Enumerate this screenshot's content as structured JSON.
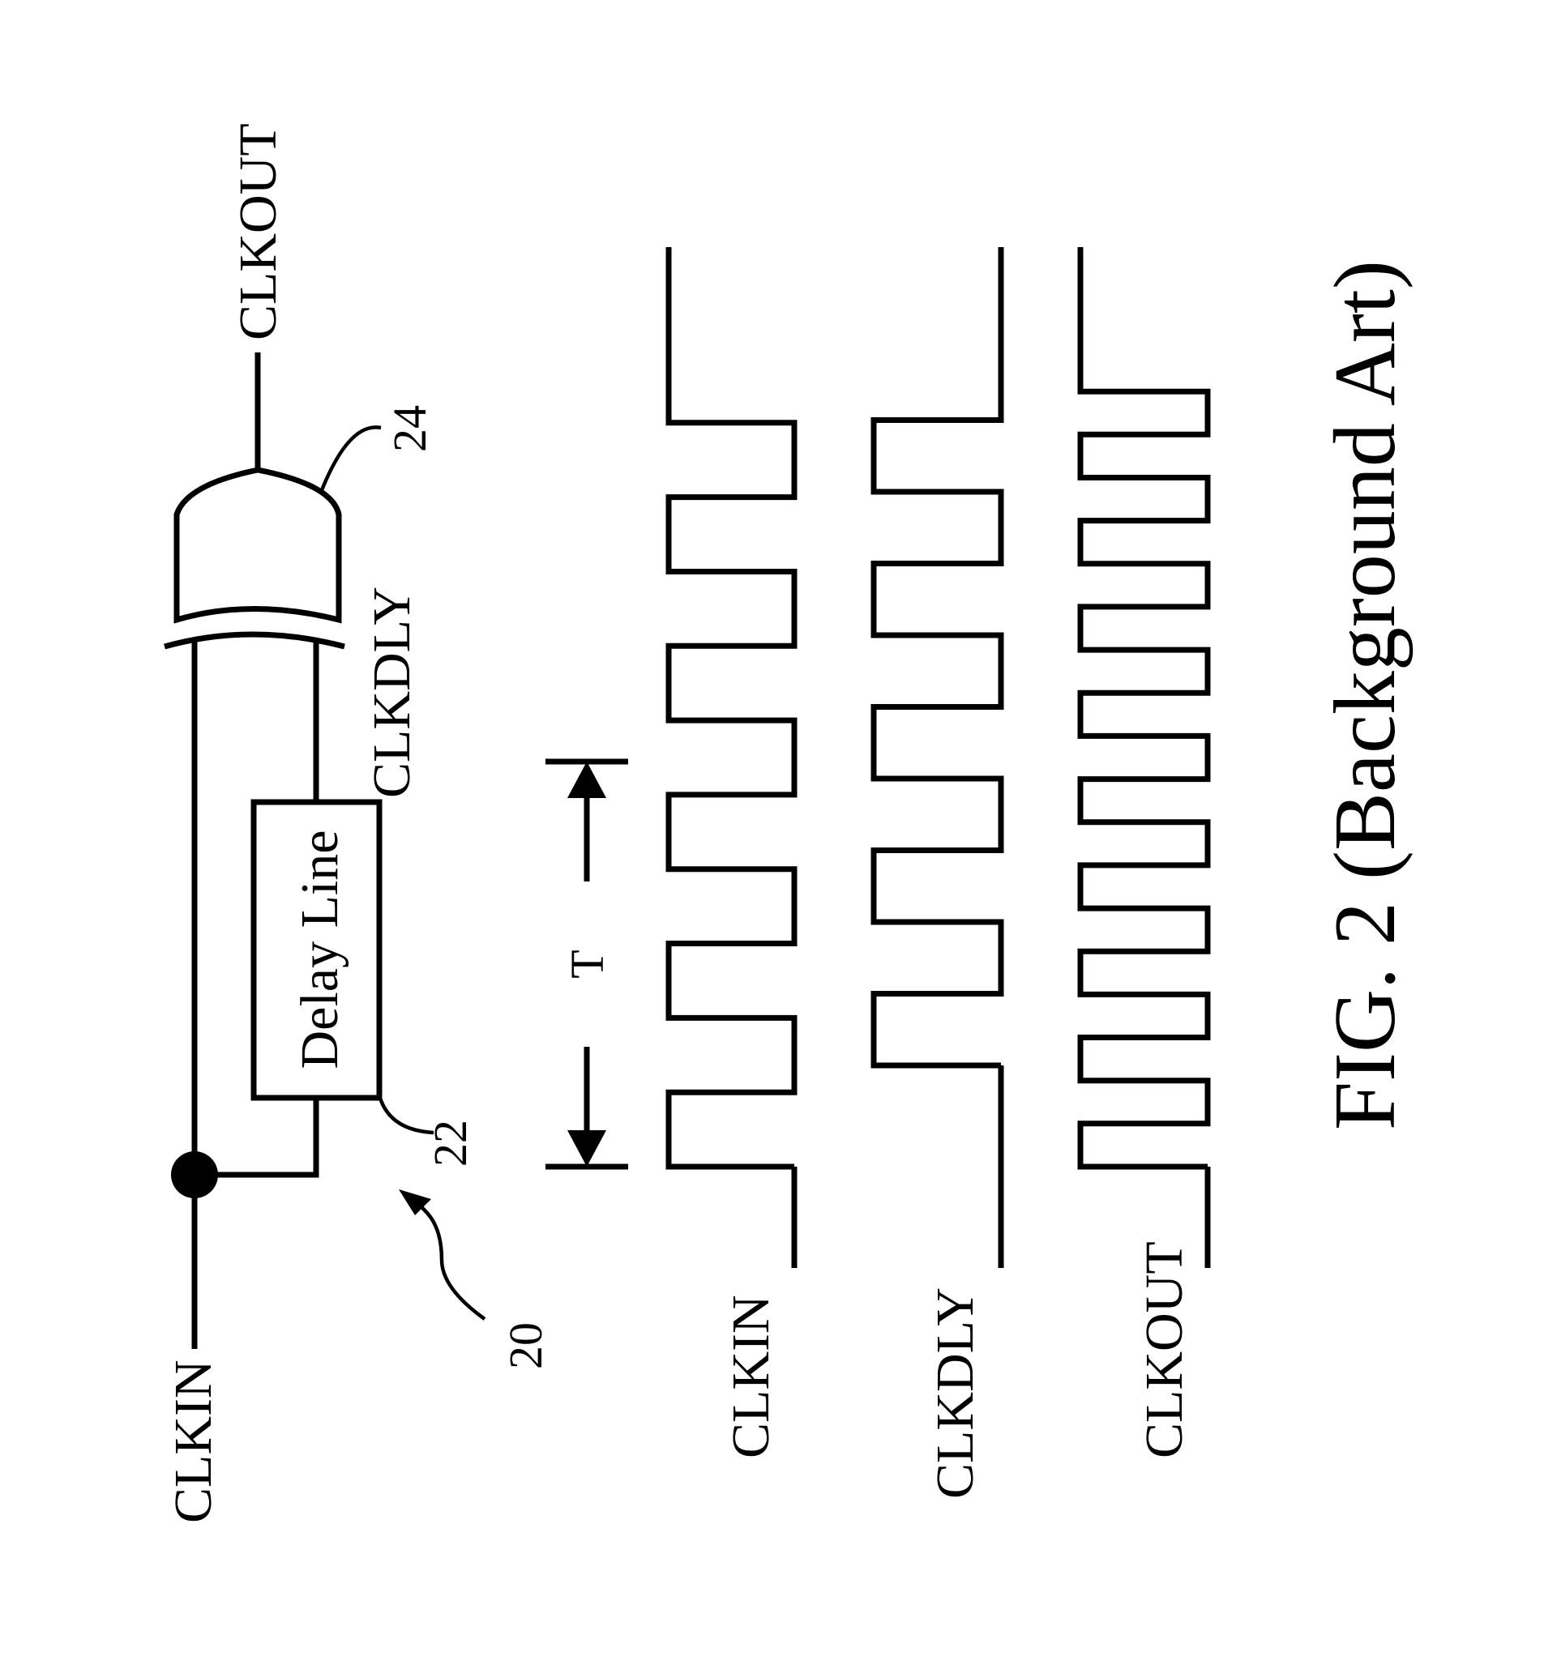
{
  "labels": {
    "clkin_input": "CLKIN",
    "clkout_output": "CLKOUT",
    "clkdly_node": "CLKDLY",
    "delay_line": "Delay Line",
    "ref_delay_line": "22",
    "ref_gate": "24",
    "ref_circuit": "20",
    "period": "T"
  },
  "waveforms": {
    "clkin": {
      "label": "CLKIN",
      "levels": [
        1,
        0,
        1,
        0,
        1,
        0,
        1,
        0,
        1,
        0,
        1
      ]
    },
    "clkdly": {
      "label": "CLKDLY",
      "levels": [
        1,
        0,
        1,
        0,
        1,
        0,
        1,
        0,
        1,
        0
      ]
    },
    "clkout": {
      "label": "CLKOUT",
      "levels": [
        1,
        0,
        1,
        0,
        1,
        0,
        1,
        0,
        1,
        0,
        1,
        0,
        1,
        0,
        1,
        0,
        1,
        0,
        1
      ]
    }
  },
  "caption": "FIG. 2 (Background Art)"
}
